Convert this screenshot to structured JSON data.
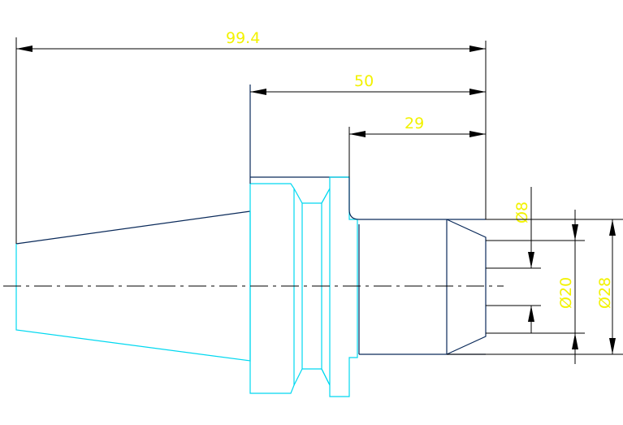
{
  "drawing": {
    "dimensions": {
      "overall_length": "99.4",
      "flange_to_end": "50",
      "shank_length": "29",
      "bore_diameter": "Ø8",
      "inner_diameter": "Ø20",
      "outer_diameter": "Ø28"
    },
    "colors": {
      "dimension_text": "#f2f200",
      "part_outline": "#00d8f0",
      "part_edge": "#0a2a5a",
      "dimension_lines": "#000000",
      "background": "#ffffff"
    }
  }
}
